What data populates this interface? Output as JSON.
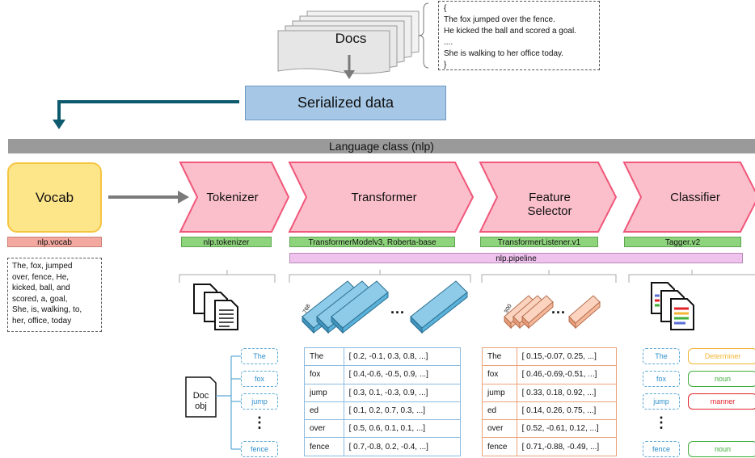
{
  "docs": {
    "label": "Docs",
    "note": [
      "{",
      "The fox jumped over the fence.",
      "He kicked the ball and scored a goal.",
      "....",
      "She is walking to her office today.",
      "}"
    ]
  },
  "serialized": "Serialized data",
  "language_class": "Language class (nlp)",
  "vocab": {
    "label": "Vocab",
    "tag": "nlp.vocab",
    "words": [
      "The, fox, jumped",
      "over, fence, He,",
      "kicked, ball, and",
      "scored, a, goal,",
      "She, is, walking, to,",
      "her, office, today"
    ]
  },
  "stages": {
    "tokenizer": {
      "label": "Tokenizer",
      "tag": "nlp.tokenizer"
    },
    "transformer": {
      "label": "Transformer",
      "tag": "TransformerModelv3, Roberta-base"
    },
    "feature_selector": {
      "label_line1": "Feature",
      "label_line2": "Selector",
      "tag": "TransformerListener.v1"
    },
    "classifier": {
      "label": "Classifier",
      "tag": "Tagger.v2"
    }
  },
  "pipeline_tag": "nlp.pipeline",
  "transformer_dim": "768",
  "feature_dim": "300",
  "ellipsis": "...",
  "vertical_dots": "⋮",
  "doc_obj": [
    "Doc",
    "obj"
  ],
  "tokens": [
    "The",
    "fox",
    "jump",
    "",
    "fence"
  ],
  "transformer_table": [
    {
      "token": "The",
      "vector": "[ 0.2, -0.1, 0.3, 0.8, ...]"
    },
    {
      "token": "fox",
      "vector": "[ 0.4,-0.6, -0.5, 0.9, ...]"
    },
    {
      "token": "jump",
      "vector": "[ 0.3, 0.1, -0.3, 0.9, ...]"
    },
    {
      "token": "ed",
      "vector": "[ 0.1, 0.2, 0.7, 0.3, ...]"
    },
    {
      "token": "over",
      "vector": "[ 0.5, 0.6, 0.1, 0.1, ...]"
    },
    {
      "token": "fence",
      "vector": "[ 0.7,-0.8, 0.2, -0.4, ...]"
    }
  ],
  "feature_table": [
    {
      "token": "The",
      "vector": "[ 0.15,-0.07, 0.25, ...]"
    },
    {
      "token": "fox",
      "vector": "[ 0.46,-0.69,-0.51, ...]"
    },
    {
      "token": "jump",
      "vector": "[ 0.33, 0.18, 0.92, ...]"
    },
    {
      "token": "ed",
      "vector": "[ 0.14, 0.26, 0.75, ...]"
    },
    {
      "token": "over",
      "vector": "[ 0.52, -0.61, 0.12, ...]"
    },
    {
      "token": "fence",
      "vector": "[ 0.71,-0.88, -0.49, ...]"
    }
  ],
  "classifier_rows": [
    {
      "token": "The",
      "label": "Determiner",
      "color": "#f2b535"
    },
    {
      "token": "fox",
      "label": "noun",
      "color": "#3fae3a"
    },
    {
      "token": "jump",
      "label": "manner",
      "color": "#e0232b"
    },
    {
      "token": "fence",
      "label": "noun",
      "color": "#3fae3a"
    }
  ],
  "colors": {
    "chevron_fill": "#fbbfcb",
    "chevron_stroke": "#f0577a",
    "cube_blue": "#5ab1d9",
    "cube_orange": "#f6b89a",
    "arrow_dark_teal": "#0d5a6e"
  }
}
